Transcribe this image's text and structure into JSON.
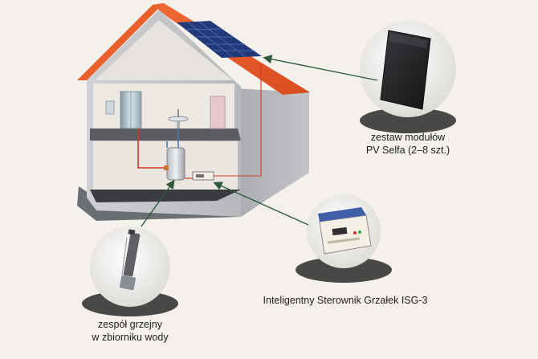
{
  "components": [
    {
      "id": "pv",
      "lines": [
        "zestaw modułów",
        "PV Selfa (2–8 szt.)"
      ],
      "icon": "solar-panel-icon"
    },
    {
      "id": "controller",
      "lines": [
        "Inteligentny Sterownik Grzałek ISG-3"
      ],
      "icon": "controller-device-icon"
    },
    {
      "id": "heater",
      "lines": [
        "zespół grzejny",
        "w zbiorniku wody"
      ],
      "icon": "heating-element-icon"
    }
  ],
  "colors": {
    "background": "#f4f1ec",
    "roof": "#e25a2a",
    "wall": "#b3b5b9",
    "pointer": "#2f5a3a",
    "wire": "#d23a2a"
  }
}
